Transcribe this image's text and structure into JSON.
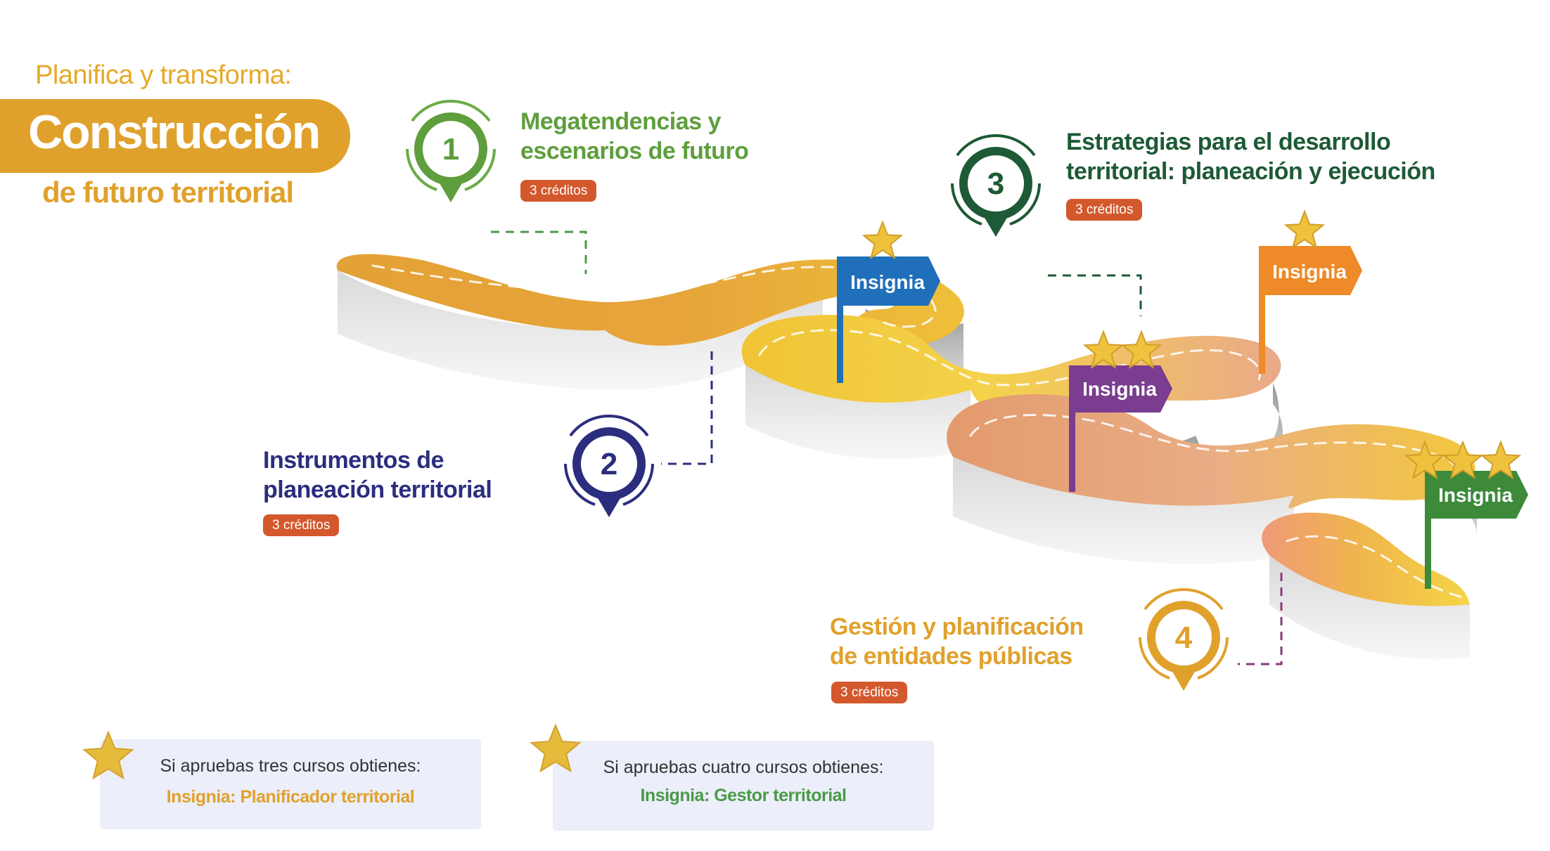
{
  "header": {
    "kicker": "Planifica y transforma:",
    "title": "Construcción",
    "subtitle": "de futuro territorial"
  },
  "colors": {
    "green": "#5e9e3c",
    "navy": "#2b2e7e",
    "dark_green": "#1d5a35",
    "orange": "#e0a12c",
    "credits_bg": "#d3582c",
    "flag_blue": "#1f6fba",
    "flag_orange": "#ee8a27",
    "flag_purple": "#7a3d8f",
    "flag_green": "#3d8a3a"
  },
  "steps": [
    {
      "number": "1",
      "title_lines": [
        "Megatendencias y",
        "escenarios de futuro"
      ],
      "credits": "3 créditos"
    },
    {
      "number": "2",
      "title_lines": [
        "Instrumentos de",
        "planeación territorial"
      ],
      "credits": "3 créditos"
    },
    {
      "number": "3",
      "title_lines": [
        "Estrategias para el desarrollo",
        "territorial: planeación y ejecución"
      ],
      "credits": "3 créditos"
    },
    {
      "number": "4",
      "title_lines": [
        "Gestión y planificación",
        "de entidades públicas"
      ],
      "credits": "3 créditos"
    }
  ],
  "flags": [
    {
      "label": "Insignia",
      "stars": 1,
      "color": "#1f6fba"
    },
    {
      "label": "Insignia",
      "stars": 1,
      "color": "#ee8a27"
    },
    {
      "label": "Insignia",
      "stars": 2,
      "color": "#7a3d8f"
    },
    {
      "label": "Insignia",
      "stars": 3,
      "color": "#3d8a3a"
    }
  ],
  "info": [
    {
      "text": "Si apruebas tres cursos obtienes:",
      "badge": "Insignia: Planificador territorial"
    },
    {
      "text": "Si apruebas cuatro cursos obtienes:",
      "badge": "Insignia: Gestor territorial"
    }
  ],
  "icons": {
    "pin": "map-pin-icon",
    "star": "star-icon",
    "flag": "flag-icon"
  }
}
